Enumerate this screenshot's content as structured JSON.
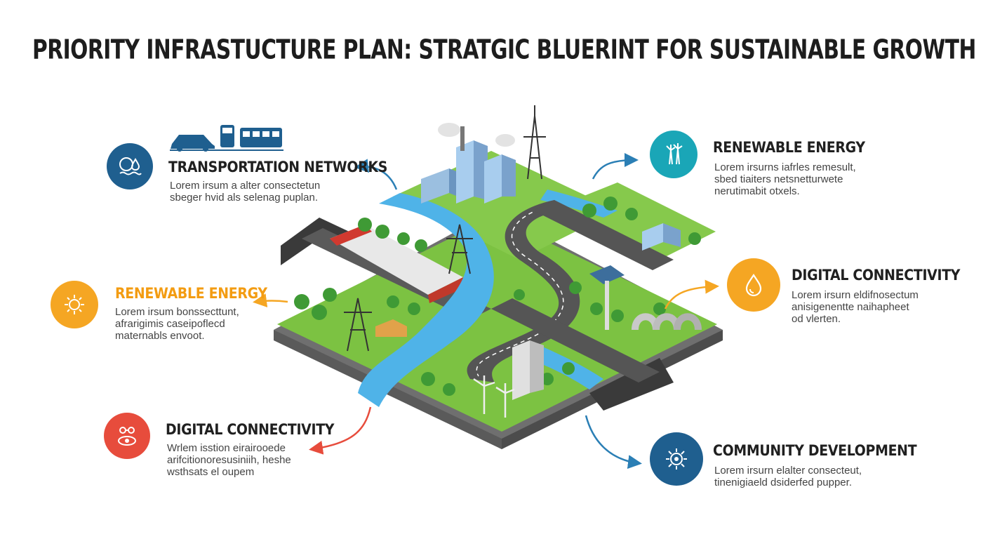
{
  "title": "PRIORITY INFRASTUCTURE PLAN: STRATGIC BLUERINT FOR SUSTAINABLE GROWTH",
  "features": [
    {
      "id": "transportation",
      "title": "TRANSPORTATION NETWORKS",
      "lines": [
        "Lorem irsum a alter consectetun",
        "sbeger hvid als selenag puplan."
      ],
      "color": "#1f5f8f",
      "icon": "globe-water-icon"
    },
    {
      "id": "renewable-left",
      "title": "RENEWABLE ENERGY",
      "lines": [
        "Lorem irsum bonssecttunt,",
        "afrarigimis caseipoflecd",
        "maternabls envoot."
      ],
      "color": "#f5a623",
      "title_color": "#f39c12",
      "icon": "energy-gear-icon"
    },
    {
      "id": "digital-left",
      "title": "DIGITAL CONNECTIVITY",
      "lines": [
        "Wrlem isstion eirairooede",
        "arifcitionoresusiniih, heshe",
        "wsthsats el oupem"
      ],
      "color": "#e74c3c",
      "icon": "network-eye-icon"
    },
    {
      "id": "renewable-right",
      "title": "RENEWABLE ENERGY",
      "lines": [
        "Lorem irsurns iafrles remesult,",
        "sbed tiaiters netsnetturwete",
        "nerutimabit otxels."
      ],
      "color": "#1aa6b7",
      "icon": "wind-turbine-icon"
    },
    {
      "id": "digital-right",
      "title": "DIGITAL CONNECTIVITY",
      "lines": [
        "Lorem irsurn eldifnosectum",
        "anisigenentte naihapheet",
        "od vlerten."
      ],
      "color": "#f5a623",
      "icon": "water-drop-icon"
    },
    {
      "id": "community",
      "title": "COMMUNITY DEVELOPMENT",
      "lines": [
        "Lorem irsurn elalter consecteut,",
        "tinenigiaeld dsiderfed pupper."
      ],
      "color": "#1f5f8f",
      "icon": "community-gear-icon"
    }
  ],
  "colors": {
    "grass": "#7cc242",
    "grass_side": "#5a8f2c",
    "base": "#6f6f6f",
    "road": "#4a4a4a",
    "river": "#4fb3e8",
    "arrow_blue": "#2b7fb5",
    "arrow_orange": "#f5a623",
    "arrow_red": "#e74c3c"
  }
}
